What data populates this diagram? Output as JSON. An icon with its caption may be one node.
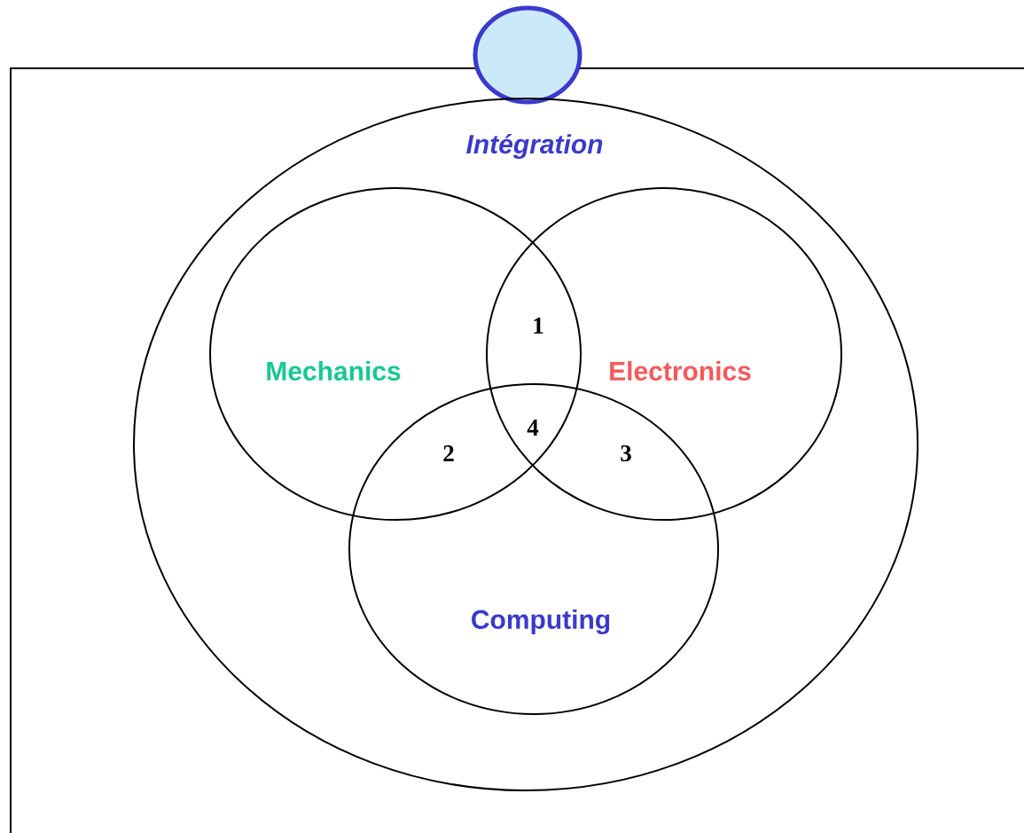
{
  "diagram": {
    "nodes": [
      {
        "text": [],
        "shape": "circle"
      },
      {
        "text": [
          "Intégration"
        ]
      },
      {
        "text": [
          "Mechanics"
        ],
        "in": 1
      },
      {
        "text": [
          "Electronics"
        ],
        "in": 1
      },
      {
        "text": [
          "Computing"
        ],
        "in": 1
      }
    ],
    "labels": [
      "1",
      "4",
      "2",
      "3"
    ]
  }
}
